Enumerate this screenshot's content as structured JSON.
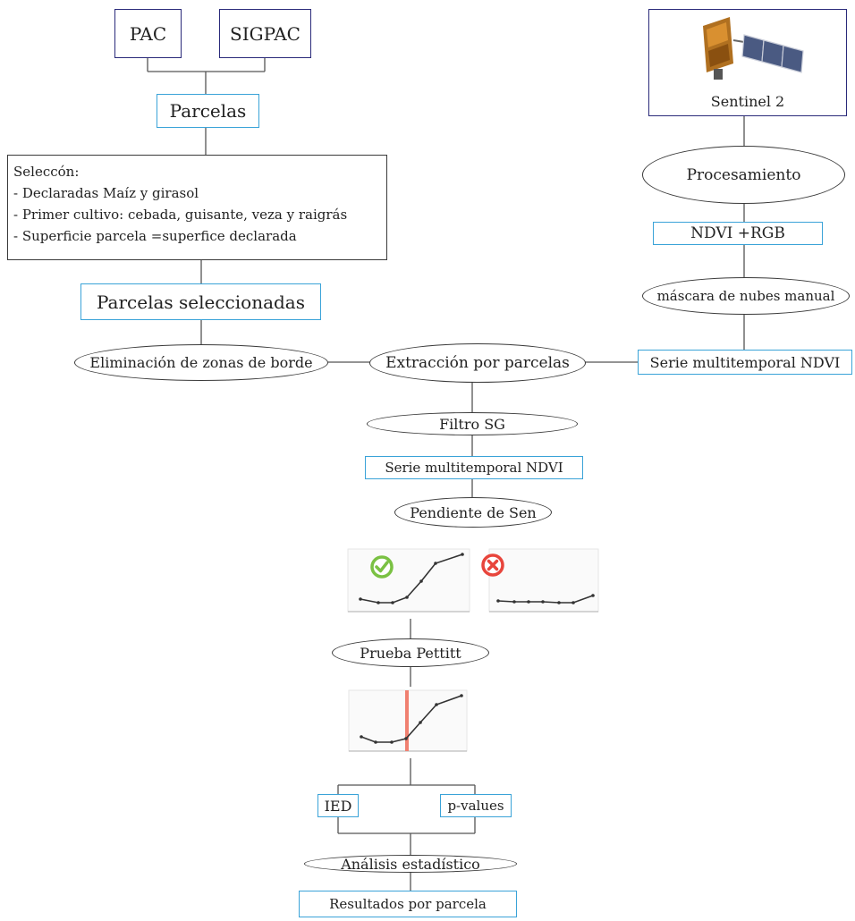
{
  "nodes": {
    "pac": "PAC",
    "sigpac": "SIGPAC",
    "parcelas": "Parcelas",
    "seleccion": {
      "title": "Seleccón:",
      "items": [
        "- Declaradas Maíz y girasol",
        "- Primer cultivo: cebada, guisante, veza y raigrás",
        "- Superficie parcela =superfice declarada"
      ]
    },
    "parcelas_seleccionadas": "Parcelas seleccionadas",
    "eliminacion": "Eliminación de zonas de borde",
    "extraccion": "Extracción por parcelas",
    "serie_right": "Serie multitemporal NDVI",
    "sentinel": "Sentinel 2",
    "procesamiento": "Procesamiento",
    "ndvi_rgb": "NDVI +RGB",
    "mascara": "máscara de nubes manual",
    "filtro": "Filtro SG",
    "serie_center": "Serie multitemporal NDVI",
    "pendiente": "Pendiente de Sen",
    "pettitt": "Prueba Pettitt",
    "ied": "IED",
    "pvalues": "p-values",
    "analisis": "Análisis estadístico",
    "resultados": "Resultados por parcela"
  },
  "icons": {
    "accept": "check-circle-icon",
    "reject": "x-circle-icon",
    "satellite": "satellite-icon"
  },
  "colors": {
    "box_border": "#3a3a3a",
    "sentinel_border": "#2a2a7a",
    "highlight_border": "#3aa3d8",
    "accept": "#7ac143",
    "reject": "#e8453c",
    "change_point": "#f08070"
  }
}
